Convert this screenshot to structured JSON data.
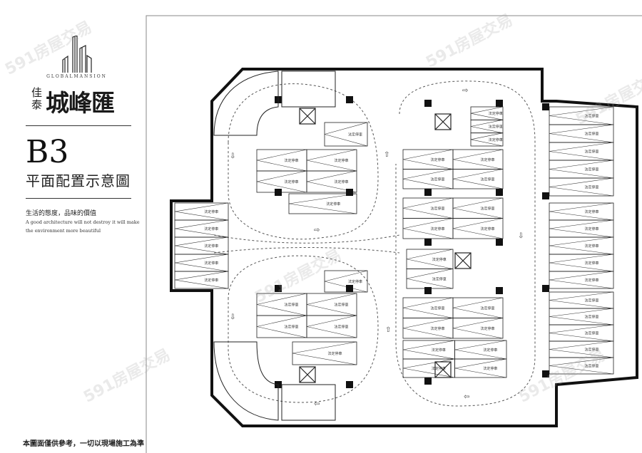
{
  "brand": {
    "english": "GLOBALMANSION",
    "small": "佳泰",
    "name": "城峰匯"
  },
  "floor": "B3",
  "plan_title": "平面配置示意圖",
  "tagline": "生活的態度，品味的價值",
  "english_lines": [
    "A good architecture will not destroy it will make",
    "the environment more beautiful"
  ],
  "footer_note": "本圖面僅供參考，一切以現場施工為準",
  "stall_label": "法定停車",
  "watermark": "591房屋交易",
  "colors": {
    "ink": "#1a1a1a",
    "paper": "#ffffff"
  }
}
